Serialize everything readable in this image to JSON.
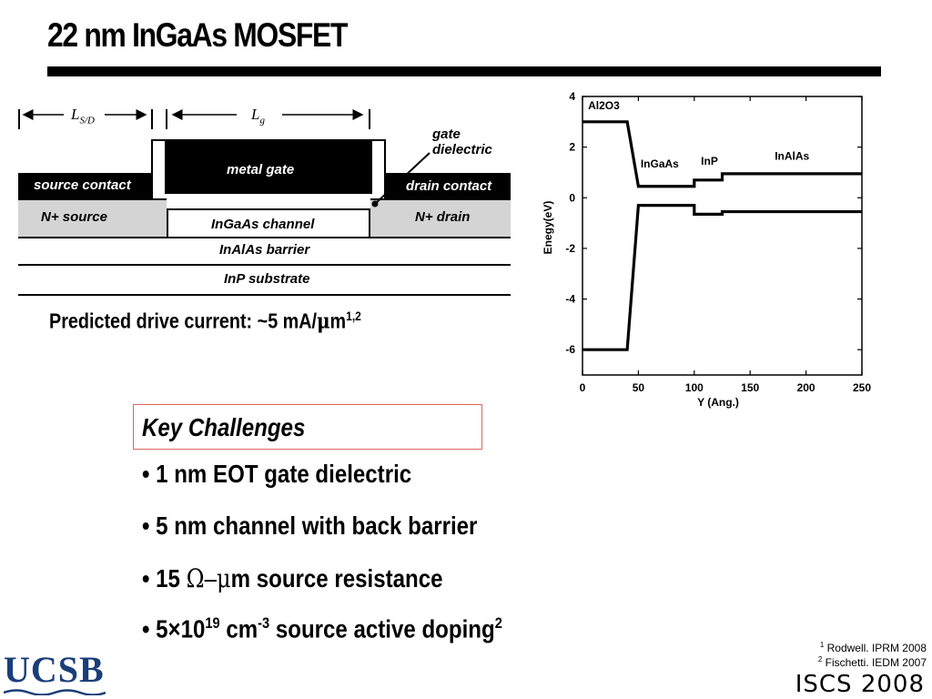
{
  "slide": {
    "title": "22 nm InGaAs MOSFET",
    "drive_current": {
      "text": "Predicted drive current:  ~5 mA/",
      "mu": "μ",
      "unit_rest": "m",
      "refs": "1,2"
    },
    "key_challenges": {
      "heading": "Key Challenges",
      "bullets": [
        {
          "prefix": "• ",
          "text": "1 nm EOT gate dielectric"
        },
        {
          "prefix": "• ",
          "text": "5 nm channel with back barrier"
        },
        {
          "prefix": "• ",
          "text_a": "15 ",
          "omega": "Ω",
          "dash": "–",
          "mu": "μ",
          "text_b": "m source resistance"
        },
        {
          "prefix": "• ",
          "text_a": "5×10",
          "exp1": "19",
          "text_b": " cm",
          "exp2": "-3",
          "text_c": " source active doping",
          "exp3": "2"
        }
      ]
    },
    "references": [
      {
        "num": "1",
        "text": " Rodwell. IPRM 2008"
      },
      {
        "num": "2",
        "text": " Fischetti. IEDM 2007"
      }
    ],
    "footer_conference": "ISCS 2008",
    "logo_text": "UCSB",
    "logo_color": "#1a3e7a",
    "box_border_color": "#e0645f"
  },
  "device": {
    "dim_lsd": "L",
    "dim_lsd_sub": "S/D",
    "dim_lg": "L",
    "dim_lg_sub": "g",
    "gate_dielectric_label_line1": "gate",
    "gate_dielectric_label_line2": "dielectric",
    "metal_gate": "metal gate",
    "source_contact": "source contact",
    "drain_contact": "drain contact",
    "n_source": "N+ source",
    "n_drain": "N+ drain",
    "channel": "InGaAs channel",
    "barrier": "InAlAs barrier",
    "substrate": "InP substrate"
  },
  "chart_data": {
    "type": "line",
    "xlabel": "Y (Ang.)",
    "ylabel": "Enegy(eV)",
    "xlim": [
      0,
      250
    ],
    "ylim": [
      -7,
      4
    ],
    "x_ticks": [
      0,
      50,
      100,
      150,
      200,
      250
    ],
    "y_ticks": [
      4,
      2,
      0,
      -2,
      -4,
      -6
    ],
    "region_labels": [
      {
        "text": "Al2O3",
        "x": 5,
        "y": 3.5
      },
      {
        "text": "InGaAs",
        "x": 52,
        "y": 1.2
      },
      {
        "text": "InP",
        "x": 106,
        "y": 1.3
      },
      {
        "text": "InAlAs",
        "x": 172,
        "y": 1.5
      }
    ],
    "series": [
      {
        "x": [
          0,
          40,
          50,
          100,
          100,
          125,
          125,
          250
        ],
        "y": [
          3.0,
          3.0,
          0.45,
          0.45,
          0.7,
          0.7,
          0.95,
          0.95
        ]
      },
      {
        "x": [
          0,
          40,
          50,
          100,
          100,
          125,
          125,
          250
        ],
        "y": [
          -6.0,
          -6.0,
          -0.3,
          -0.3,
          -0.65,
          -0.65,
          -0.55,
          -0.55
        ]
      }
    ]
  }
}
